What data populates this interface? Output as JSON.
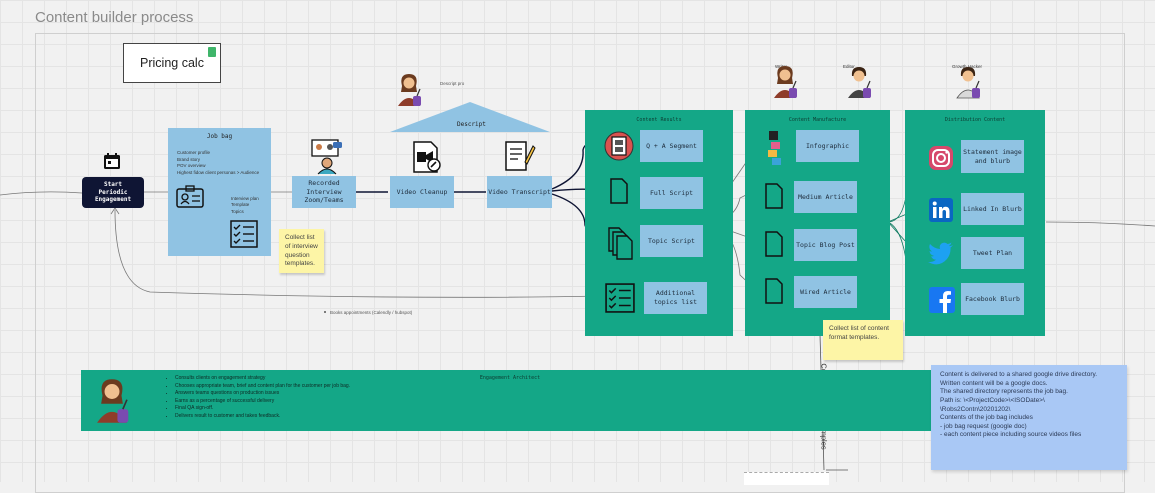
{
  "board": {
    "title": "Content builder process"
  },
  "pricing": {
    "label": "Pricing calc"
  },
  "start": {
    "line1": "Start",
    "line2": "Periodic",
    "line3": "Engagement"
  },
  "job_bag": {
    "title": "Job bag",
    "details": [
      "Customer profile",
      "Brand story",
      "POV overview",
      "Highest fidow client personas > Audience"
    ],
    "items": [
      "Interview plan",
      "Template",
      "Topics"
    ]
  },
  "steps": {
    "recorded": "Recorded Interview Zoom/Teams",
    "cleanup": "Video Cleanup",
    "transcript": "Video Transcript"
  },
  "descript": {
    "label": "Descript",
    "pro": "Descript pro"
  },
  "notes": {
    "interview": "Collect list of interview question templates.",
    "formats": "Collect list of content format templates.",
    "booking": "Books appointments (Calendly / hubspot)"
  },
  "roles": {
    "writer": "Writer",
    "editor": "Editor",
    "growth": "Growth Hacker"
  },
  "content_results": {
    "title": "Content Results",
    "items": [
      "Q + A Segment",
      "Full Script",
      "Topic Script",
      "Additional topics list"
    ]
  },
  "content_manufacture": {
    "title": "Content Manufacture",
    "items": [
      "Infographic",
      "Medium Article",
      "Topic Blog Post",
      "Wired Article"
    ]
  },
  "distribution": {
    "title": "Distribution Content",
    "items": [
      "Statement image and blurb",
      "Linked In Blurb",
      "Tweet Plan",
      "Facebook Blurb"
    ]
  },
  "engagement": {
    "title": "Engagement Architect",
    "bullets": [
      "Consults clients on engagement strategy",
      "Chooses appropriate team, brief and content plan for the customer per job bag.",
      "Answers teams questions on production issues",
      "Earns as a percentage of successful delivery",
      "Final QA sign-off.",
      "Delivers result to customer and takes feedback."
    ]
  },
  "vertical_label": "Content costing examples",
  "delivery_note": {
    "lines": [
      "Content is delivered to a shared google drive directory.",
      "Written content will be a google docs.",
      "The shared directory represents the job bag.",
      "Path is: \\<ProjectCode>\\<ISODate>\\",
      "\\Robs2Contn\\20201202\\",
      "Contents of the job bag includes",
      "- job bag request (google doc)",
      "- each content piece including source videos files"
    ]
  },
  "colors": {
    "teal": "#14a787",
    "blue": "#90c3e3",
    "navy": "#0f1534",
    "sticky": "#fdf5a6",
    "lightblue": "#a9c8f5"
  }
}
